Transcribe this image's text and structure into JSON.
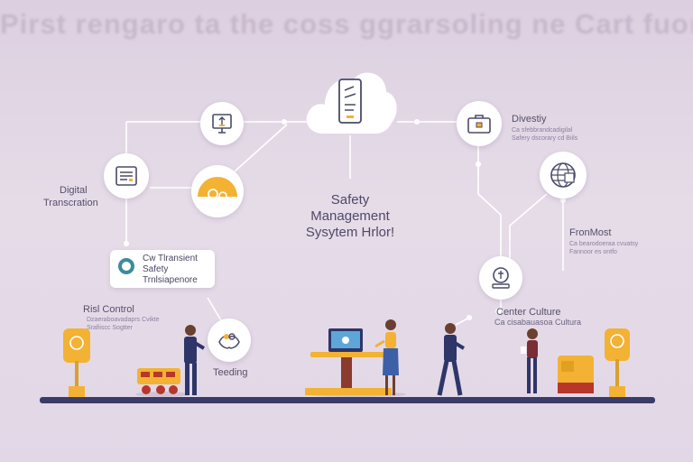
{
  "banner_text": "Pirst rengaro ta the coss ggrarsoling ne Cart fuorl",
  "center": {
    "line1": "Safety",
    "line2": "Management",
    "line3": "Sysytem Hrlor!"
  },
  "labels": {
    "digital_1": "Digital",
    "digital_2": "Transcration",
    "diversity": "Divestiy",
    "diversity_sub_1": "Ca sfebbrandcadigilal",
    "diversity_sub_2": "Safery dscorary cd Biils",
    "frontmost": "FronMost",
    "frontmost_sub_1": "Ca bearodoeraa cvuatsy",
    "frontmost_sub_2": "Fannoor es ontfo",
    "risk_control": "Risl Control",
    "risk_sub_1": "Dzaeraboavadaprs Cvikte",
    "risk_sub_2": "Srafiiscc Sogtter",
    "center_culture": "Center Culture",
    "center_culture_sub": "Ca cisabauasoa Cultura",
    "teeding": "Teeding"
  },
  "card": {
    "line1": "Cw Tlransient",
    "line2": "Safety",
    "line3": "Trnlsiapenore"
  },
  "icons": {
    "cloud": "mobile-device-icon",
    "monitor": "monitor-icon",
    "document": "document-icon",
    "gear": "gear-icon",
    "briefcase": "briefcase-icon",
    "globe": "globe-icon",
    "shield": "shield-icon",
    "hands": "handshake-icon"
  },
  "colors": {
    "accent_orange": "#f3b233",
    "line": "#ffffff",
    "floor": "#3a3b66",
    "teal": "#3d8b9c"
  }
}
